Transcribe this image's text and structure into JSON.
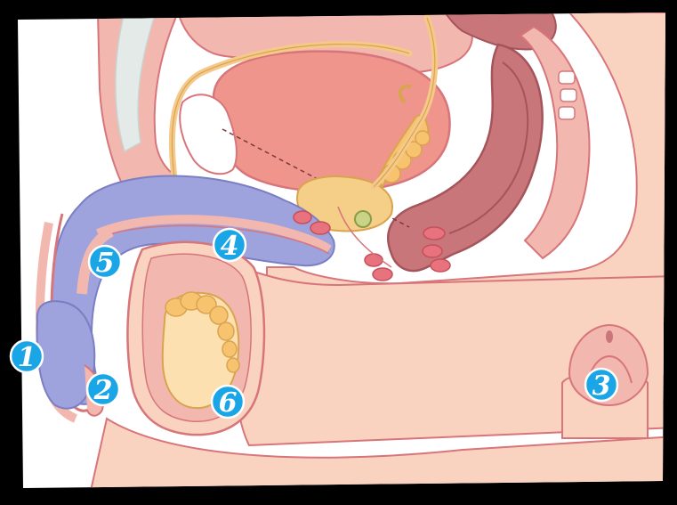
{
  "diagram": {
    "colors": {
      "frame": "#000000",
      "background": "#ffffff",
      "skin": "#f9d3c0",
      "skin_outline": "#d7757b",
      "pink_tissue": "#f2b7ae",
      "bladder": "#ef958c",
      "erectile_tissue": "#9ea2dd",
      "duct": "#f4c98a",
      "prostate": "#f5cf87",
      "seminal_vesicle": "#f7c36f",
      "rectum": "#c9767a",
      "muscle": "#e8727d",
      "testis": "#fde0b0",
      "callout": "#1aa6e6"
    },
    "callouts": [
      {
        "id": "1",
        "text": "1"
      },
      {
        "id": "2",
        "text": "2"
      },
      {
        "id": "3",
        "text": "3"
      },
      {
        "id": "4",
        "text": "4"
      },
      {
        "id": "5",
        "text": "5"
      },
      {
        "id": "6",
        "text": "6"
      }
    ]
  }
}
